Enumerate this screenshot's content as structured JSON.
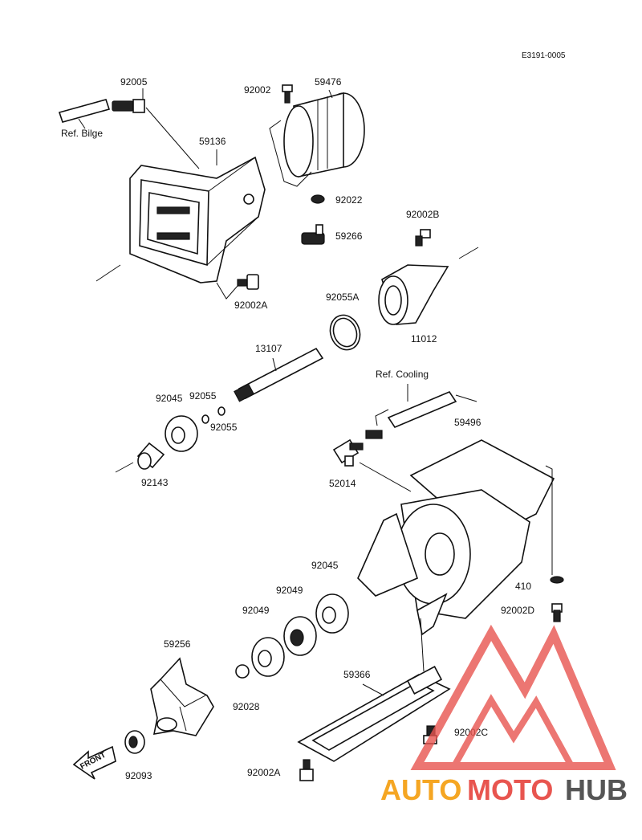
{
  "diagram_code": "E3191-0005",
  "parts": {
    "p92005": "92005",
    "ref_bilge": "Ref. Bilge",
    "p59136": "59136",
    "p92002": "92002",
    "p59476": "59476",
    "p92022": "92022",
    "p59266": "59266",
    "p92002B": "92002B",
    "p92002A_top": "92002A",
    "p92055A": "92055A",
    "p11012": "11012",
    "p13107": "13107",
    "p92045_left": "92045",
    "p92055_a": "92055",
    "p92055_b": "92055",
    "p92143": "92143",
    "ref_cooling": "Ref. Cooling",
    "p59496": "59496",
    "p52014": "52014",
    "p410": "410",
    "p92002D": "92002D",
    "p92045_right": "92045",
    "p92049_a": "92049",
    "p92049_b": "92049",
    "p59256": "59256",
    "p92028": "92028",
    "p59366": "59366",
    "p92002C": "92002C",
    "p92093": "92093",
    "p92002A_bottom": "92002A"
  },
  "front_marker": "FRONT",
  "watermark": {
    "auto": "AUTO",
    "moto": "MOTO",
    "hub": "HUB",
    "colors": {
      "accent": "#e8554f",
      "orange": "#f5a623",
      "gray": "#555555"
    }
  }
}
